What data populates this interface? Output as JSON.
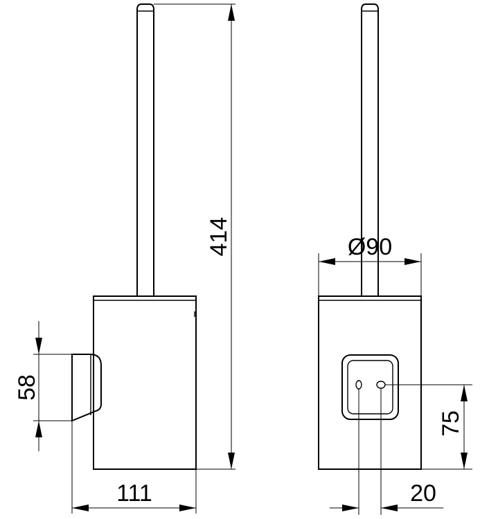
{
  "dimensions": {
    "overall_height": "414",
    "diameter": "Ø90",
    "bracket_height": "58",
    "wall_projection": "111",
    "mount_height": "75",
    "hole_spacing": "20"
  },
  "colors": {
    "line": "#000000",
    "background": "#ffffff"
  }
}
